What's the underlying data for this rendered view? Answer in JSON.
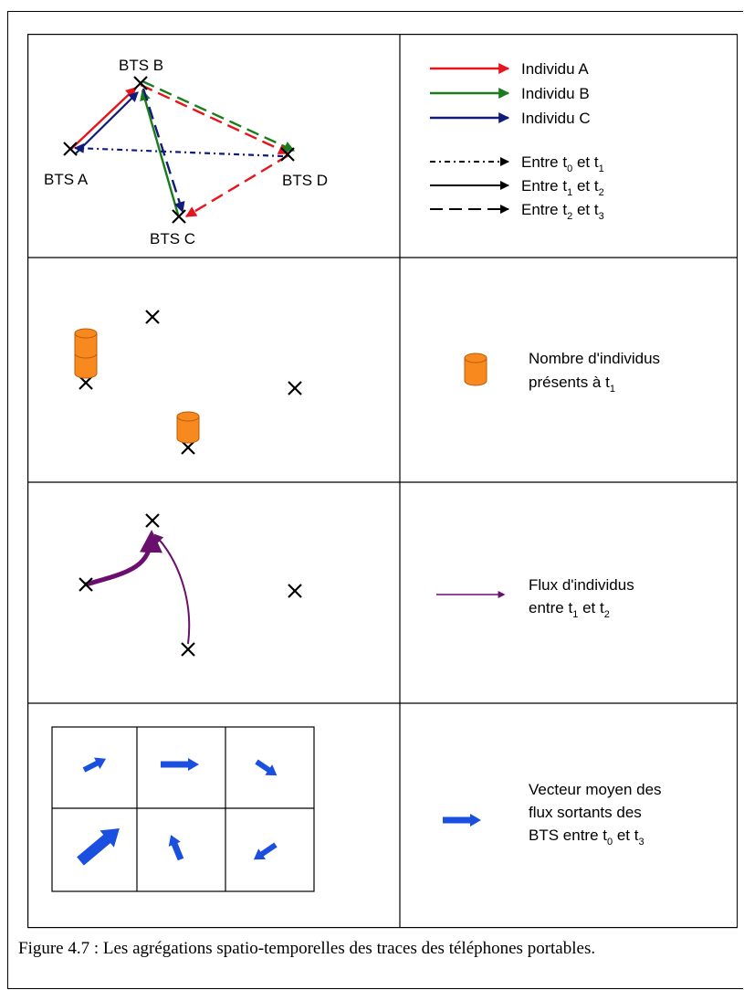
{
  "legend1": {
    "individu_a": "Individu A",
    "individu_b": "Individu B",
    "individu_c": "Individu C",
    "entre_label": "Entre t",
    "et_label": "et t",
    "t0": "0",
    "t1": "1",
    "t2": "2",
    "t3": "3"
  },
  "bts": {
    "a": "BTS A",
    "b": "BTS B",
    "c": "BTS C",
    "d": "BTS D"
  },
  "legend2": {
    "line1": "Nombre d'individus",
    "line2": "présents à t",
    "sub": "1"
  },
  "legend3": {
    "line1": "Flux d'individus",
    "line2a": "entre t",
    "sub1": "1",
    "line2b": "et t",
    "sub2": "2"
  },
  "legend4": {
    "line1": "Vecteur moyen des",
    "line2": "flux sortants des",
    "line3": "BTS entre t",
    "sub1": "0",
    "line3b": "et t",
    "sub2": "3"
  },
  "caption": {
    "text": "Figure 4.7 : Les agrégations spatio-temporelles des traces des téléphones portables."
  },
  "colors": {
    "individu_a": "#e8131b",
    "individu_b": "#1a7c1a",
    "individu_c": "#111c7a",
    "cylinder": "#f7891f",
    "flux": "#6a0f6e",
    "vector": "#1b4fe0"
  }
}
